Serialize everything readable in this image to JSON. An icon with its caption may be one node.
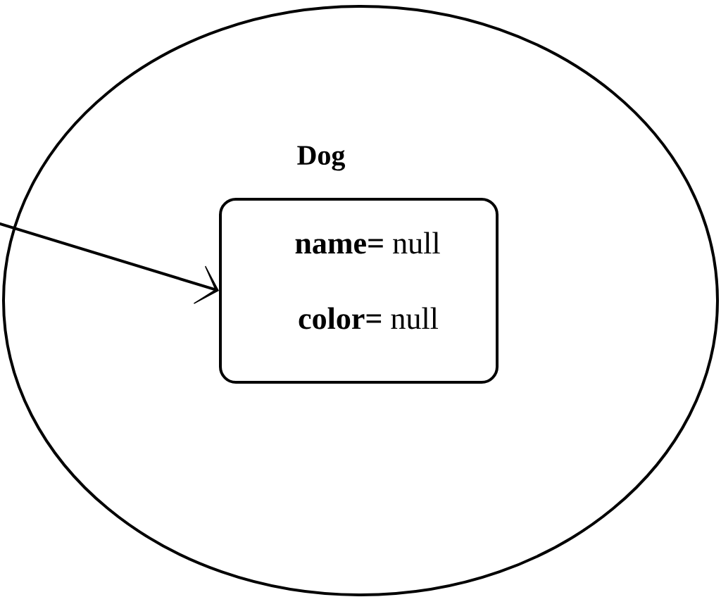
{
  "diagram": {
    "nodes": [
      {
        "text": [],
        "shape": "ellipse"
      },
      {
        "text": [
          "Dog",
          "**name=** null",
          "**color=** null"
        ],
        "in": 0
      }
    ],
    "edges": [
      {
        "from": null,
        "to": 1,
        "arrow": "to"
      }
    ]
  }
}
